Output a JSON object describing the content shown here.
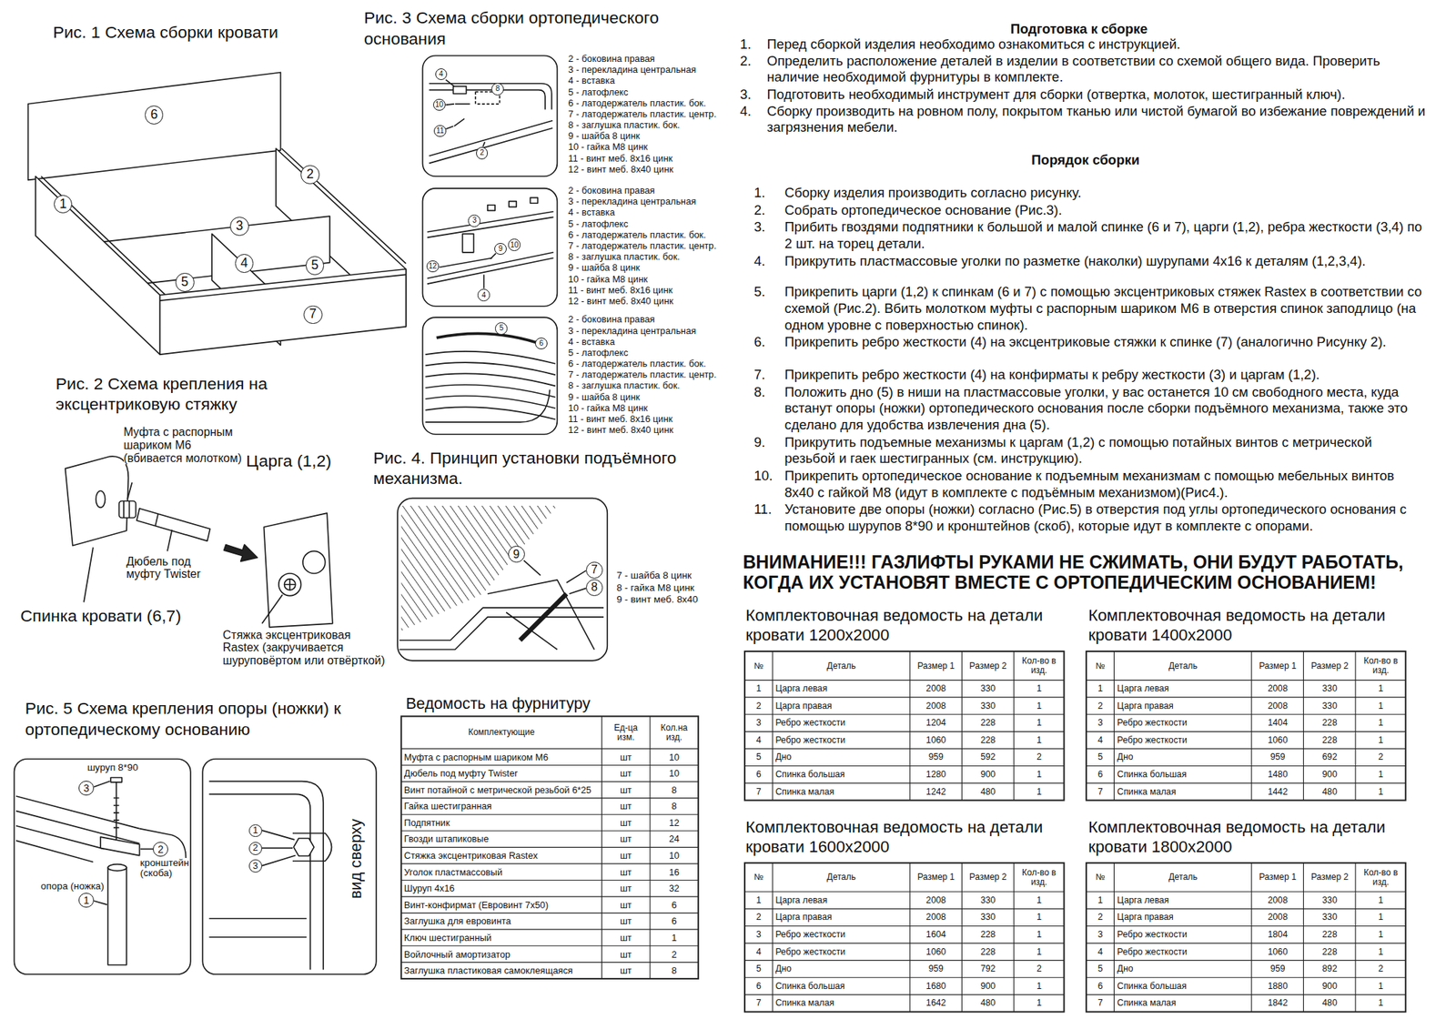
{
  "diagram": {
    "nodes": [
      {
        "text": [
          "6"
        ]
      },
      {
        "text": [
          "2"
        ]
      },
      {
        "text": [
          "1"
        ]
      },
      {
        "text": [
          "3"
        ]
      },
      {
        "text": [
          "4"
        ]
      },
      {
        "text": [
          "5"
        ]
      },
      {
        "text": [
          "5"
        ]
      },
      {
        "text": [
          "7"
        ]
      },
      {
        "text": [
          "4"
        ]
      },
      {
        "text": [
          "8"
        ]
      },
      {
        "text": [
          "10"
        ]
      },
      {
        "text": [
          "11"
        ]
      },
      {
        "text": [
          "2"
        ]
      },
      {
        "text": [
          "3"
        ]
      },
      {
        "text": [
          "9"
        ]
      },
      {
        "text": [
          "10"
        ]
      },
      {
        "text": [
          "12"
        ]
      },
      {
        "text": [
          "4"
        ]
      },
      {
        "text": [
          "5"
        ]
      },
      {
        "text": [
          "6"
        ]
      },
      {
        "text": [
          "9"
        ]
      },
      {
        "text": [
          "7"
        ]
      },
      {
        "text": [
          "8"
        ]
      },
      {
        "text": [
          "3"
        ]
      },
      {
        "text": [
          "2"
        ]
      },
      {
        "text": [
          "1"
        ]
      },
      {
        "text": [
          "1"
        ]
      },
      {
        "text": [
          "2"
        ]
      },
      {
        "text": [
          "3"
        ]
      }
    ],
    "labels": [
      "Рис. 1 Схема сборки кровати",
      "Рис. 2 Схема крепления на эксцентриковую стяжку",
      "Муфта с распорным шариком М6 (вбивается молотком)",
      "Царга (1,2)",
      "Дюбель под муфту Twister",
      "Спинка кровати (6,7)",
      "Стяжка эксцентриковая Rastex (закручивается шуруповёртом или отвёрткой)",
      "Рис. 5 Схема крепления опоры (ножки) к ортопедическому основанию",
      "шуруп 8*90",
      "кронштейн (скоба)",
      "опора (ножка)",
      "вид сверху",
      "Рис. 3 Схема сборки ортопедического основания",
      "2 - боковина правая",
      "3 - перекладина центральная",
      "4 - вставка",
      "5 - латофлекс",
      "6 - латодержатель пластик. бок.",
      "7 - латодержатель пластик. центр.",
      "8 - заглушка пластик. бок.",
      "9 - шайба 8 цинк",
      "10 - гайка М8 цинк",
      "11 - винт меб. 8х16 цинк",
      "12 - винт меб. 8х40 цинк",
      "2 - боковина правая",
      "3 - перекладина центральная",
      "4 - вставка",
      "5 - латофлекс",
      "6 - латодержатель пластик. бок.",
      "7 - латодержатель пластик. центр.",
      "8 - заглушка пластик. бок.",
      "9 - шайба 8 цинк",
      "10 - гайка М8 цинк",
      "11 - винт меб. 8х16 цинк",
      "12 - винт меб. 8х40 цинк",
      "2 - боковина правая",
      "3 - перекладина центральная",
      "4 - вставка",
      "5 - латофлекс",
      "6 - латодержатель пластик. бок.",
      "7 - латодержатель пластик. центр.",
      "8 - заглушка пластик. бок.",
      "9 - шайба 8 цинк",
      "10 - гайка М8 цинк",
      "11 - винт меб. 8х16 цинк",
      "12 - винт меб. 8х40 цинк",
      "Рис. 4. Принцип установки подъёмного механизма.",
      "7 - шайба 8 цинк",
      "8 - гайка М8 цинк",
      "9 - винт меб. 8х40",
      "Ведомость на фурнитуру",
      "Комплектующие",
      "Ед-ца изм.",
      "Кол.на изд.",
      "Муфта с распорным шариком М6",
      "шт",
      "10",
      "Дюбель под муфту Twister",
      "шт",
      "10",
      "Винт потайной с метрической резьбой 6*25",
      "шт",
      "8",
      "Гайка шестигранная",
      "шт",
      "8",
      "Подпятник",
      "шт",
      "12",
      "Гвозди штапиковые",
      "шт",
      "24",
      "Стяжка эксцентриковая Rastex",
      "шт",
      "10",
      "Уголок пластмассовый",
      "шт",
      "16",
      "Шуруп 4х16",
      "шт",
      "32",
      "Винт-конфирмат (Евровинт 7х50)",
      "шт",
      "6",
      "Заглушка для евровинта",
      "шт",
      "6",
      "Ключ шестигранный",
      "шт",
      "1",
      "Войлочный амортизатор",
      "шт",
      "2",
      "Заглушка пластиковая самоклеящаяся",
      "шт",
      "8",
      "Подготовка к сборке",
      "1.",
      "Перед сборкой изделия необходимо ознакомиться с инструкцией.",
      "2.",
      "Определить расположение деталей в изделии в соответствии со схемой общего вида. Проверить наличие необходимой фурнитуры в комплекте.",
      "3.",
      "Подготовить необходимый инструмент для сборки (отвертка, молоток, шестигранный ключ).",
      "4.",
      "Сборку производить на ровном полу, покрытом тканью или чистой бумагой во избежание повреждений и загрязнения мебели.",
      "Порядок сборки",
      "1.",
      "Сборку изделия производить согласно рисунку.",
      "2.",
      "Собрать ортопедическое основание (Рис.3).",
      "3.",
      "Прибить гвоздями подпятники к большой и малой спинке (6 и 7), царги (1,2), ребра жесткости (3,4) по 2 шт. на торец детали.",
      "4.",
      "Прикрутить пластмассовые уголки по разметке (наколки) шурупами 4х16 к деталям (1,2,3,4).",
      "5.",
      "Прикрепить царги (1,2) к спинкам (6 и 7) с помощью эксцентриковых стяжек Rastex в соответствии со схемой (Рис.2). Вбить молотком муфты с распорным шариком М6 в отверстия спинок заподлицо (на одном уровне с поверхностью спинок).",
      "6.",
      "Прикрепить ребро жесткости (4) на эксцентриковые стяжки к спинке (7) (аналогично Рисунку 2).",
      "7.",
      "Прикрепить ребро жесткости (4) на конфирматы к ребру жесткости (3) и царгам (1,2).",
      "8.",
      "Положить дно (5) в ниши на пластмассовые уголки, у вас останется 10 см свободного места, куда встанут опоры (ножки) ортопедического основания после сборки подъёмного механизма, также это сделано для удобства извлечения дна (5).",
      "9.",
      "Прикрутить подъемные механизмы к царгам (1,2) с помощью потайных винтов с метрической резьбой и гаек шестигранных (см. инструкцию).",
      "10.",
      "Прикрепить ортопедическое основание к подъемным механизмам с помощью мебельных винтов 8х40 с гайкой М8 (идут в комплекте с подъёмным механизмом)(Рис4.).",
      "11.",
      "Установите две опоры (ножки) согласно (Рис.5) в отверстия под углы ортопедического основания с помощью шурупов 8*90 и кронштейнов (скоб), которые идут в комплекте с опорами.",
      "ВНИМАНИЕ!!! ГАЗЛИФТЫ РУКАМИ НЕ СЖИМАТЬ, ОНИ БУДУТ РАБОТАТЬ, КОГДА ИХ УСТАНОВЯТ ВМЕСТЕ С ОРТОПЕДИЧЕСКИМ ОСНОВАНИЕМ!",
      "Комплектовочная ведомость на детали кровати 1200х2000",
      "№",
      "Деталь",
      "Размер 1",
      "Размер 2",
      "Кол-во в изд.",
      "1",
      "Царга левая",
      "2008",
      "330",
      "1",
      "2",
      "Царга правая",
      "2008",
      "330",
      "1",
      "3",
      "Ребро жесткости",
      "1204",
      "228",
      "1",
      "4",
      "Ребро жесткости",
      "1060",
      "228",
      "1",
      "5",
      "Дно",
      "959",
      "592",
      "2",
      "6",
      "Спинка большая",
      "1280",
      "900",
      "1",
      "7",
      "Спинка малая",
      "1242",
      "480",
      "1",
      "Комплектовочная ведомость на детали кровати 1400х2000",
      "№",
      "Деталь",
      "Размер 1",
      "Размер 2",
      "Кол-во в изд.",
      "1",
      "Царга левая",
      "2008",
      "330",
      "1",
      "2",
      "Царга правая",
      "2008",
      "330",
      "1",
      "3",
      "Ребро жесткости",
      "1404",
      "228",
      "1",
      "4",
      "Ребро жесткости",
      "1060",
      "228",
      "1",
      "5",
      "Дно",
      "959",
      "692",
      "2",
      "6",
      "Спинка большая",
      "1480",
      "900",
      "1",
      "7",
      "Спинка малая",
      "1442",
      "480",
      "1",
      "Комплектовочная ведомость на детали кровати 1600х2000",
      "№",
      "Деталь",
      "Размер 1",
      "Размер 2",
      "Кол-во в изд.",
      "1",
      "Царга левая",
      "2008",
      "330",
      "1",
      "2",
      "Царга правая",
      "2008",
      "330",
      "1",
      "3",
      "Ребро жесткости",
      "1604",
      "228",
      "1",
      "4",
      "Ребро жесткости",
      "1060",
      "228",
      "1",
      "5",
      "Дно",
      "959",
      "792",
      "2",
      "6",
      "Спинка большая",
      "1680",
      "900",
      "1",
      "7",
      "Спинка малая",
      "1642",
      "480",
      "1",
      "Комплектовочная ведомость на детали кровати 1800х2000",
      "№",
      "Деталь",
      "Размер 1",
      "Размер 2",
      "Кол-во в изд.",
      "1",
      "Царга левая",
      "2008",
      "330",
      "1",
      "2",
      "Царга правая",
      "2008",
      "330",
      "1",
      "3",
      "Ребро жесткости",
      "1804",
      "228",
      "1",
      "4",
      "Ребро жесткости",
      "1060",
      "228",
      "1",
      "5",
      "Дно",
      "959",
      "892",
      "2",
      "6",
      "Спинка большая",
      "1880",
      "900",
      "1",
      "7",
      "Спинка малая",
      "1842",
      "480",
      "1"
    ]
  }
}
